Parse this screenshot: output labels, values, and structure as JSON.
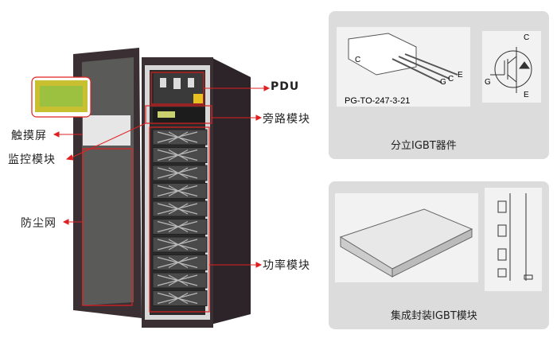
{
  "callouts": {
    "pdu": "PDU",
    "bypass_module": "旁路模块",
    "touch_screen": "触摸屏",
    "monitor_module": "监控模块",
    "dust_filter": "防尘网",
    "power_module": "功率模块"
  },
  "discrete_panel": {
    "package_name": "PG-TO-247-3-21",
    "pins": {
      "c_tab": "C",
      "g": "G",
      "c": "C",
      "e": "E"
    },
    "symbol_pins": {
      "c": "C",
      "g": "G",
      "e": "E"
    },
    "caption": "分立IGBT器件"
  },
  "module_panel": {
    "caption": "集成封装IGBT模块"
  },
  "colors": {
    "accent": "#e02020",
    "cabinet": "#3a3034",
    "panel": "#dcdcdc"
  }
}
